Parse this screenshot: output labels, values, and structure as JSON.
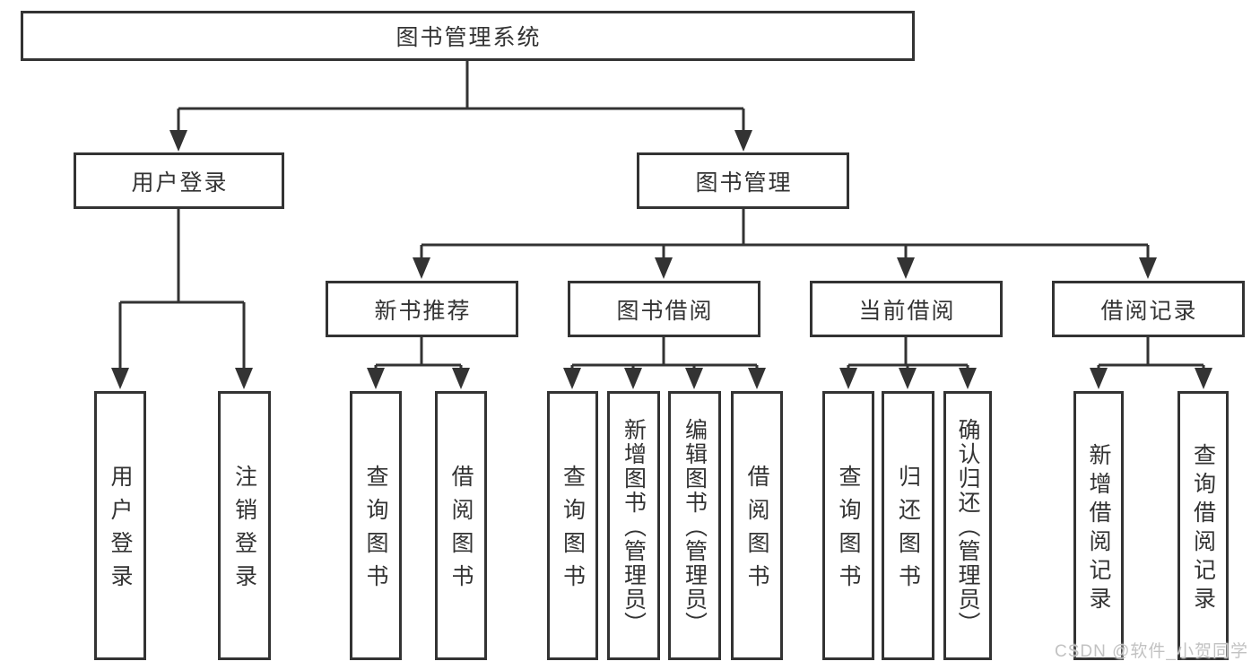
{
  "diagram": {
    "title": "图书管理系统",
    "line_color": "#333333",
    "box_background": "#ffffff",
    "watermark_color": "#c2c2c2"
  },
  "nodes": {
    "root": "图书管理系统",
    "user_login": "用户登录",
    "book_management": "图书管理",
    "new_book_recommend": "新书推荐",
    "book_borrow": "图书借阅",
    "current_borrow": "当前借阅",
    "borrow_records": "借阅记录",
    "leaf_user_login": "用户登录",
    "leaf_logout": "注销登录",
    "rec_query_books": "查询图书",
    "rec_borrow_books": "借阅图书",
    "bb_query_books": "查询图书",
    "bb_add_books_admin": "新增图书（管理员）",
    "bb_edit_books_admin": "编辑图书（管理员）",
    "bb_borrow_books": "借阅图书",
    "cb_query_books": "查询图书",
    "cb_return_books": "归还图书",
    "cb_confirm_return_admin": "确认归还（管理员）",
    "br_add_record": "新增借阅记录",
    "br_query_record": "查询借阅记录"
  },
  "structure": {
    "图书管理系统": {
      "用户登录": [
        "用户登录",
        "注销登录"
      ],
      "图书管理": {
        "新书推荐": [
          "查询图书",
          "借阅图书"
        ],
        "图书借阅": [
          "查询图书",
          "新增图书（管理员）",
          "编辑图书（管理员）",
          "借阅图书"
        ],
        "当前借阅": [
          "查询图书",
          "归还图书",
          "确认归还（管理员）"
        ],
        "借阅记录": [
          "新增借阅记录",
          "查询借阅记录"
        ]
      }
    }
  },
  "watermark": "CSDN @软件_小贺同学"
}
